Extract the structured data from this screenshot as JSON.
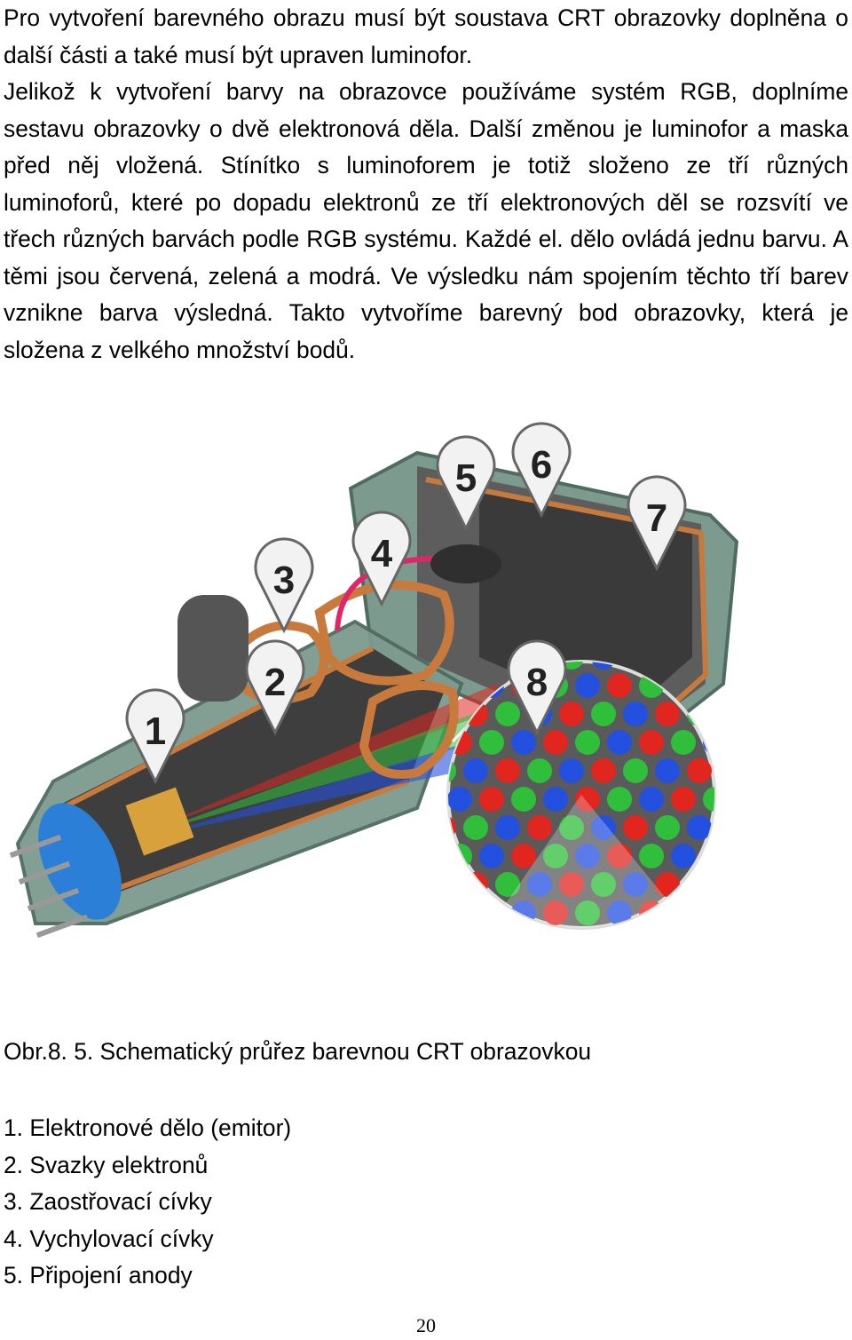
{
  "body_text": {
    "lines": [
      "Pro vytvoření barevného obrazu musí být soustava CRT obrazovky doplněna o",
      "další části a také musí být upraven luminofor.",
      "Jelikož k vytvoření barvy na obrazovce používáme systém RGB, doplníme",
      "sestavu obrazovky o dvě elektronová děla. Další změnou je luminofor a maska",
      "před něj vložená. Stínítko s luminoforem je totiž složeno ze tří různých",
      "luminoforů, které po dopadu elektronů ze tří elektronových děl se rozsvítí ve",
      "třech různých barvách podle RGB systému. Každé el. dělo ovládá jednu barvu. A",
      "těmi jsou červená, zelená a modrá. Ve výsledku nám spojením těchto tří barev",
      "vznikne barva výsledná. Takto vytvoříme barevný bod obrazovky, která je",
      "složena z velkého množství bodů."
    ]
  },
  "figure": {
    "markers": [
      "1",
      "2",
      "3",
      "4",
      "5",
      "6",
      "7",
      "8"
    ],
    "colors": {
      "glass": "#7d9a8f",
      "glass_dark": "#4f6b62",
      "copper": "#c77a3c",
      "base_blue": "#2c7fd6",
      "phosphor_red": "#e0261f",
      "phosphor_green": "#2fbf3a",
      "phosphor_blue": "#2450e0",
      "mask": "#6e6e6e"
    }
  },
  "caption": "Obr.8. 5. Schematický průřez barevnou CRT obrazovkou",
  "legend": [
    "1. Elektronové dělo (emitor)",
    "2. Svazky elektronů",
    "3. Zaostřovací cívky",
    "4. Vychylovací cívky",
    "5. Připojení anody"
  ],
  "page_number": "20"
}
